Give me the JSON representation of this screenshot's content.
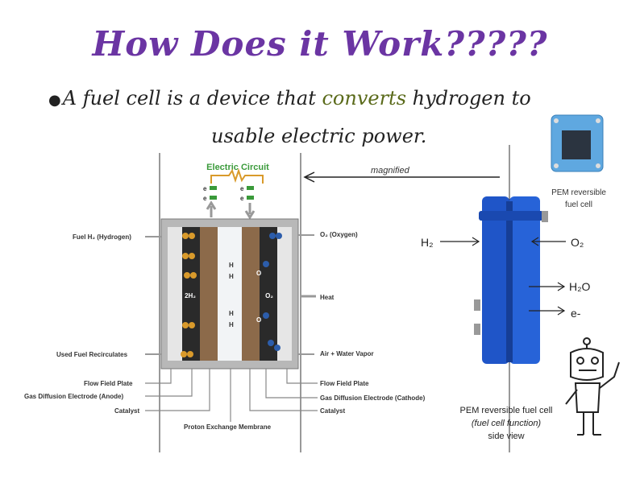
{
  "slide": {
    "title": "How Does it Work?????",
    "bullet": {
      "marker": "●",
      "before": "A fuel cell is a device that ",
      "highlight": "converts",
      "after": " hydrogen to",
      "line2": "usable electric power."
    }
  },
  "diagram": {
    "circuit_label": "Electric Circuit",
    "magnified_label": "magnified",
    "electron": "e",
    "left_labels": {
      "fuel_in": "Fuel H₂ (Hydrogen)",
      "recirc": "Used Fuel Recirculates",
      "flow_plate": "Flow Field Plate",
      "gde_anode": "Gas Diffusion Electrode (Anode)",
      "catalyst": "Catalyst"
    },
    "right_labels": {
      "oxygen": "O₂ (Oxygen)",
      "heat": "Heat",
      "exhaust": "Air + Water Vapor",
      "flow_plate": "Flow Field Plate",
      "gde_cathode": "Gas Diffusion Electrode (Cathode)",
      "catalyst": "Catalyst"
    },
    "bottom_label": "Proton Exchange Membrane",
    "inner": {
      "anode_gas": "2H₂",
      "cathode_gas": "O₂",
      "h": "H",
      "o": "O"
    }
  },
  "pem": {
    "photo_label_line1": "PEM reversible",
    "photo_label_line2": "fuel cell",
    "h2": "H₂",
    "o2": "O₂",
    "h2o": "H₂O",
    "e": "e-",
    "caption_line1": "PEM reversible fuel cell",
    "caption_line2": "(fuel cell function)",
    "caption_line3": "side view"
  },
  "colors": {
    "title": "#6b35a3",
    "highlight": "#5a6a1a",
    "circuit_label": "#3a9a3a",
    "cell_blue": "#1f55c8",
    "anode_gold": "#d99a2b",
    "cathode_blue": "#2c5dab"
  }
}
